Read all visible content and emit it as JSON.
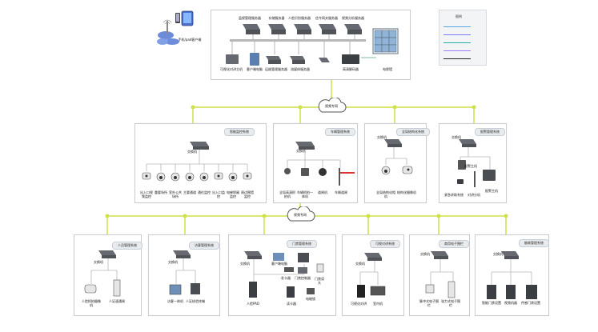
{
  "colors": {
    "bus": "#b7b7b7",
    "tree": "#cfe04a",
    "device": "#666a70",
    "legend_lines": [
      "#5aa7e6",
      "#7c7cff",
      "#23b0a8",
      "#a07cff",
      "#222222"
    ]
  },
  "legend": {
    "title": "图例",
    "entries": [
      "",
      "",
      "",
      "",
      ""
    ]
  },
  "top": {
    "server_labels": [
      "监视管理服务器",
      "存储服务器",
      "人脸识别服务器",
      "信令网关服务器",
      "视频分析服务器"
    ],
    "client_label": "手机/pad客户端",
    "bottom_labels": [
      "可视化对讲主机",
      "客户端电脑",
      "运维管理服务器",
      "流媒体服务器",
      "高清解码器",
      "电视墙"
    ]
  },
  "cloud": {
    "top": "视频专网",
    "mid": "视频专网"
  },
  "mid_systems": [
    {
      "title": "智能监控系统",
      "switch_label": "交换机",
      "devices": [
        "出入口视频监控",
        "重要场所",
        "室外公共场所",
        "主要通道",
        "通往监控",
        "出入口监控",
        "电梯轿厢监控",
        "周边围墙监控"
      ]
    },
    {
      "title": "车辆管理系统",
      "switch_label": "交换机",
      "devices": [
        "全局高清抓拍机",
        "车辆抓拍一体机",
        "道闸机",
        "车辆道闸"
      ]
    },
    {
      "title": "全局结构化系统",
      "switch_label": "交换机",
      "devices": [
        "全局结构化相机",
        "结构化摄像机"
      ]
    },
    {
      "title": "报警管理系统",
      "switch_label": "交换机",
      "devices": [
        "报警主机",
        "紧急求助系统",
        "对讲分机",
        "报警主机"
      ]
    }
  ],
  "bottom_systems": [
    {
      "title": "人员管理系统",
      "switch_label": "交换机",
      "devices": [
        "人脸抓拍摄像机",
        "人证速通闸"
      ]
    },
    {
      "title": "访客管理系统",
      "switch_label": "交换机",
      "devices": [
        "访客一体机",
        "人证核验终端"
      ]
    },
    {
      "title": "门禁管理系统",
      "switch_label": "交换机",
      "devices": [
        "客户端电脑",
        "发卡器",
        "门禁读头",
        "门禁控制器",
        "人脸PAD",
        "读卡器",
        "电磁锁"
      ]
    },
    {
      "title": "可视对讲系统",
      "switch_label": "交换机",
      "devices": [
        "可视化对讲",
        "室内机"
      ]
    },
    {
      "title": "商用电子围栏",
      "switch_label": "交换机",
      "devices": [
        "脉冲式电子围栏",
        "张力式电子围栏"
      ]
    },
    {
      "title": "能耗管理系统",
      "switch_label": "交换机",
      "devices": [
        "智能门禁设置",
        "视频机器",
        "传感门禁设置"
      ]
    }
  ]
}
